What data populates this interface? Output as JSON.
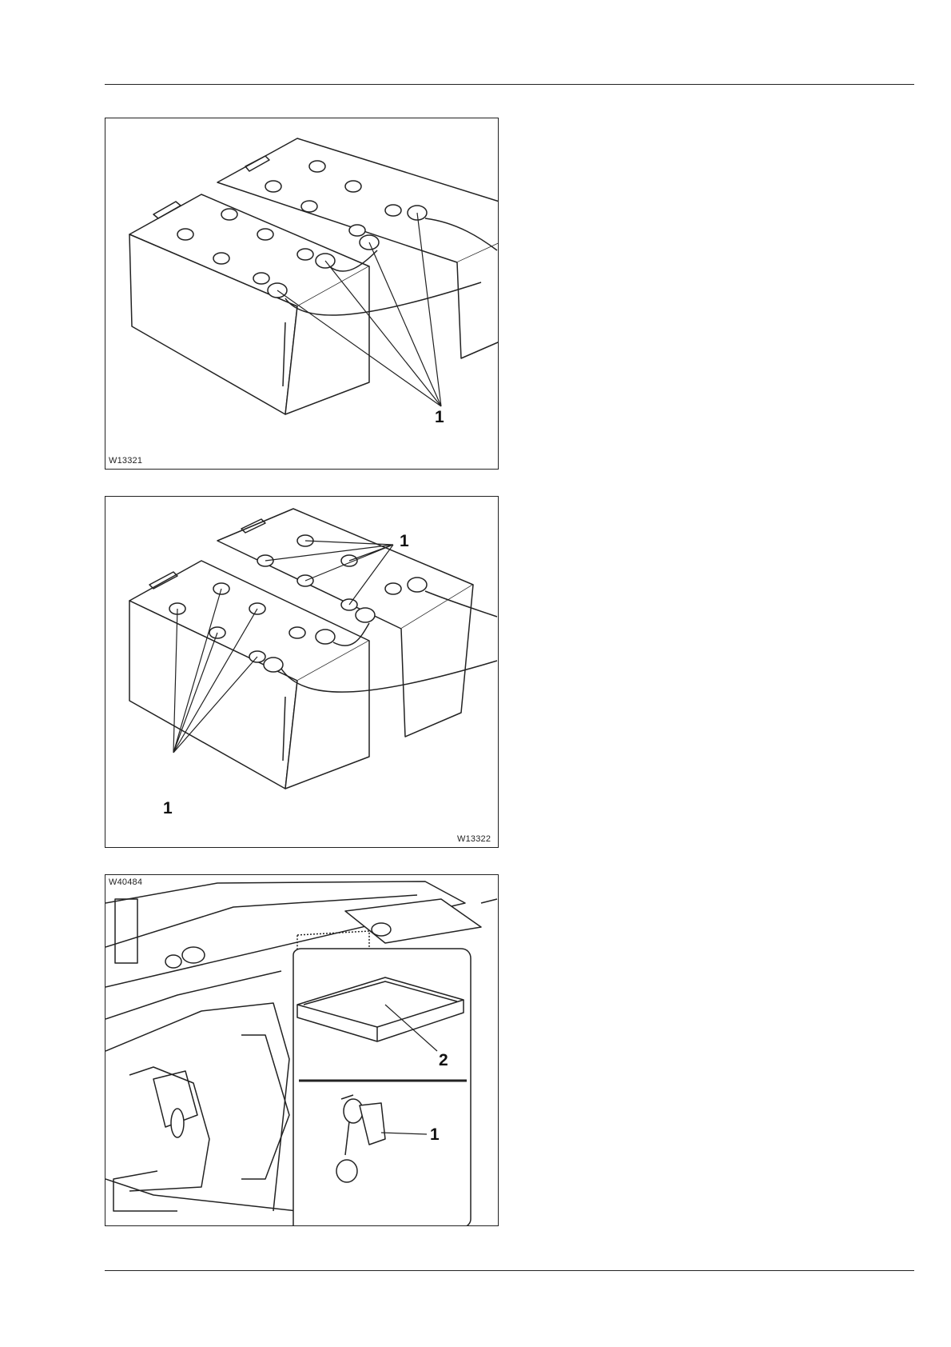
{
  "figures": [
    {
      "code": "W13321",
      "callouts": [
        "1"
      ]
    },
    {
      "code": "W13322",
      "callouts": [
        "1",
        "1"
      ]
    },
    {
      "code": "W40484",
      "callouts": [
        "2",
        "1"
      ]
    }
  ]
}
